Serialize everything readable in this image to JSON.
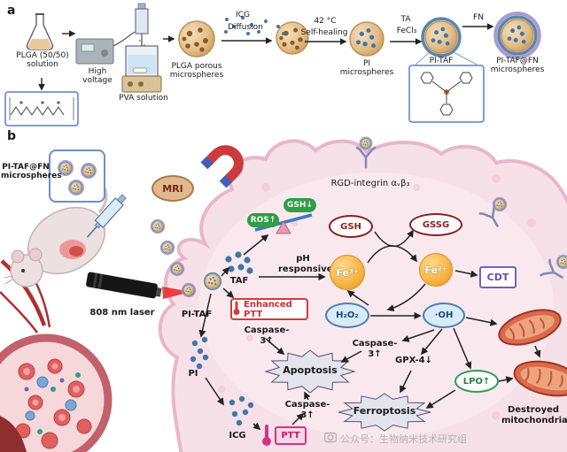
{
  "figure": {
    "watermark": "公众号：生物纳米技术研究组"
  },
  "panel_a": {
    "panel_label": "a",
    "plga_solution": "PLGA (50/50)\nsolution",
    "high_voltage": "High\nvoltage",
    "pva_solution": "PVA solution",
    "plga_porous_microspheres": "PLGA porous\nmicrospheres",
    "icg": "ICG",
    "diffusion": "Diffusion",
    "temperature": "42 °C",
    "self_healing": "Self-healing",
    "pi_microspheres": "PI\nmicrospheres",
    "ta": "TA",
    "fecl3": "FeCl₃",
    "pi_taf": "PI-TAF",
    "fn": "FN",
    "pi_taf_fn_microspheres": "PI-TAF@FN\nmicrospheres"
  },
  "panel_b": {
    "panel_label": "b",
    "microspheres_label": "PI-TAF@FN\nmicrospheres",
    "mri": "MRI",
    "laser": "808 nm laser",
    "pi_taf": "PI-TAF",
    "rgd_integrin": "RGD-integrin αᵥβ₃",
    "ros_up": "ROS↑",
    "gsh_down": "GSH↓",
    "gsh": "GSH",
    "gssg": "GSSG",
    "taf": "TAF",
    "ph_responsive": "pH\nresponsive",
    "fe3": "Fe³⁺",
    "fe2": "Fe²⁺",
    "cdt": "CDT",
    "enhanced_ptt": "Enhanced PTT",
    "h2o2": "H₂O₂",
    "hydroxyl": "·OH",
    "caspase3_a": "Caspase-3↑",
    "caspase3_b": "Caspase-3↑",
    "caspase3_c": "Caspase-3↑",
    "apoptosis": "Apoptosis",
    "gpx4_down": "GPX-4↓",
    "lpo_up": "LPO↑",
    "ferroptosis": "Ferroptosis",
    "pi": "PI",
    "icg": "ICG",
    "ptt": "PTT",
    "destroyed_mitochondria": "Destroyed\nmitochondria"
  },
  "colors": {
    "cell_fill": "#f7e1e9",
    "cell_border": "#eab6c9",
    "sphere_tan": "#e3bd87",
    "icg_dot": "#3f77ad",
    "iron_orange": "#ee9a17",
    "redox_red": "#8d1f1f",
    "green_badge": "#2f9e44",
    "cdt_purple": "#7a5fb5",
    "ptt_red": "#d43b3b",
    "ptt_pink": "#d63384",
    "lpo_green": "#2e9e50"
  }
}
